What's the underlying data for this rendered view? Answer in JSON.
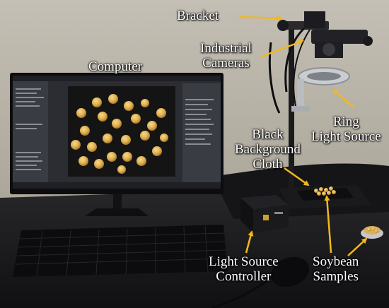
{
  "labels": {
    "bracket": "Bracket",
    "cameras": [
      "Industrial",
      "Cameras"
    ],
    "computer": "Computer",
    "ring": [
      "Ring",
      "Light Source"
    ],
    "background": [
      "Black",
      "Background",
      "Cloth"
    ],
    "controller": [
      "Light Source",
      "Controller"
    ],
    "samples": [
      "Soybean",
      "Samples"
    ]
  },
  "colors": {
    "annotation_text": "#ffffff",
    "arrow": "#f2b81c",
    "wall": "#bdb8ad",
    "desk": "#1b1b1d",
    "soybean": "#e3b75a",
    "screen_image_bg": "#141414"
  }
}
